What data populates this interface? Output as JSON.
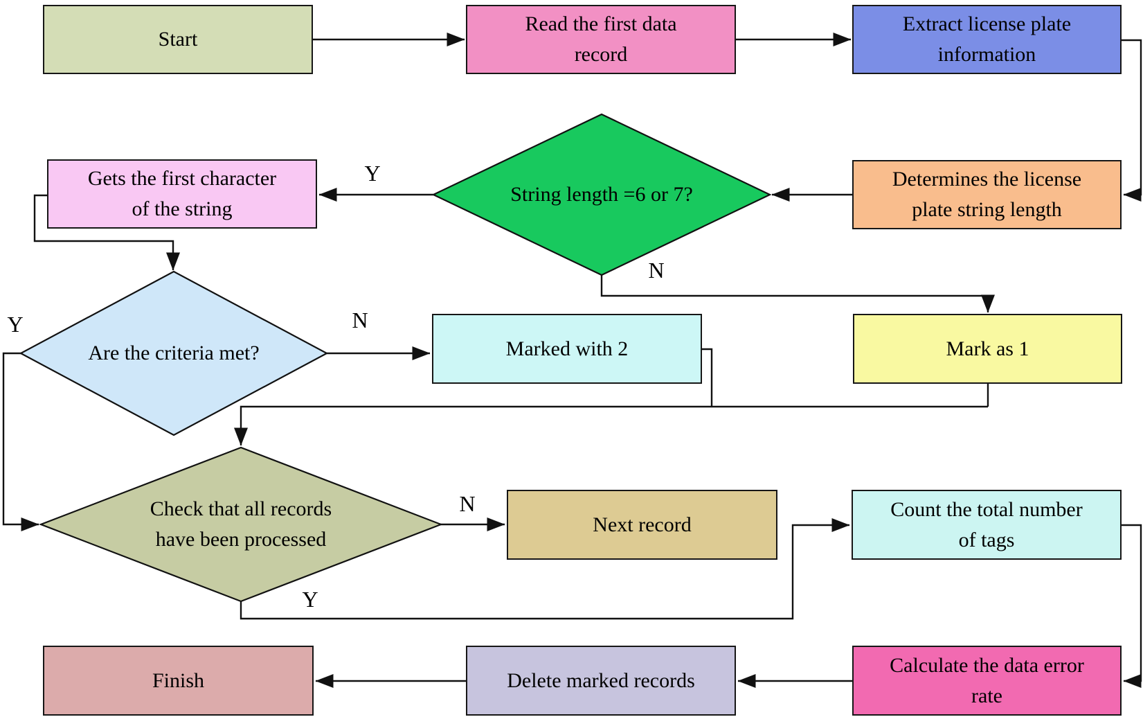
{
  "nodes": {
    "start": {
      "label": "Start",
      "color": "#d4ddb6"
    },
    "read_first_record": {
      "line1": "Read the first data",
      "line2": "record",
      "color": "#f290c4"
    },
    "extract_plate_info": {
      "line1": "Extract license plate",
      "line2": "information",
      "color": "#7b8ee6"
    },
    "determine_length": {
      "line1": "Determines the license",
      "line2": "plate string length",
      "color": "#f9bd8d"
    },
    "string_length_check": {
      "label": "String length =6 or 7?",
      "color": "#18c95e"
    },
    "get_first_char": {
      "line1": "Gets the first character",
      "line2": "of the string",
      "color": "#f9c8f3"
    },
    "criteria_check": {
      "label": "Are the criteria met?",
      "color": "#cfe7f9"
    },
    "marked_with_2": {
      "label": "Marked with 2",
      "color": "#cdf7f6"
    },
    "mark_as_1": {
      "label": "Mark as 1",
      "color": "#f9f9a1"
    },
    "all_records_check": {
      "line1": "Check that all records",
      "line2": "have been processed",
      "color": "#c6cca3"
    },
    "next_record": {
      "label": "Next record",
      "color": "#ddcb93"
    },
    "count_tags": {
      "line1": "Count the total number",
      "line2": "of tags",
      "color": "#ccf5f2"
    },
    "calc_error_rate": {
      "line1": "Calculate the data error",
      "line2": "rate",
      "color": "#f26ab1"
    },
    "delete_marked": {
      "label": "Delete marked records",
      "color": "#c7c4de"
    },
    "finish": {
      "label": "Finish",
      "color": "#dcabab"
    }
  },
  "edge_labels": {
    "string_length_yes": "Y",
    "string_length_no": "N",
    "criteria_yes": "Y",
    "criteria_no": "N",
    "all_records_yes": "Y",
    "all_records_no": "N"
  },
  "colors": {
    "line": "#111111",
    "text": "#000000",
    "background": "#ffffff"
  }
}
